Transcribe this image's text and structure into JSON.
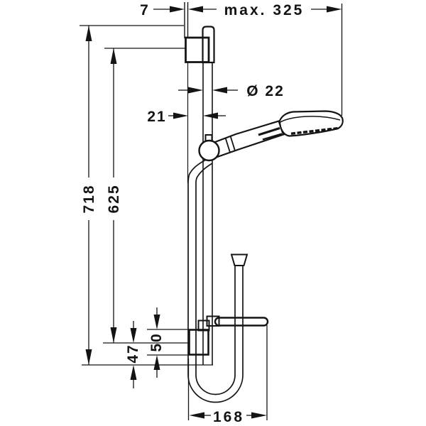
{
  "drawing": {
    "type": "technical-dimension-drawing",
    "subject": "shower rail set with hand shower, wall brackets and hose (side elevation)",
    "background_color": "#ffffff",
    "line_color": "#141414",
    "labels": {
      "top_offset": "7",
      "max_extension": "max. 325",
      "rail_diameter": "Ø 22",
      "wall_clearance": "21",
      "overall_height": "718",
      "rail_fixing_height": "625",
      "lower_offset": "47",
      "bottom_bracket_height": "50",
      "hose_loop_width": "168"
    }
  }
}
